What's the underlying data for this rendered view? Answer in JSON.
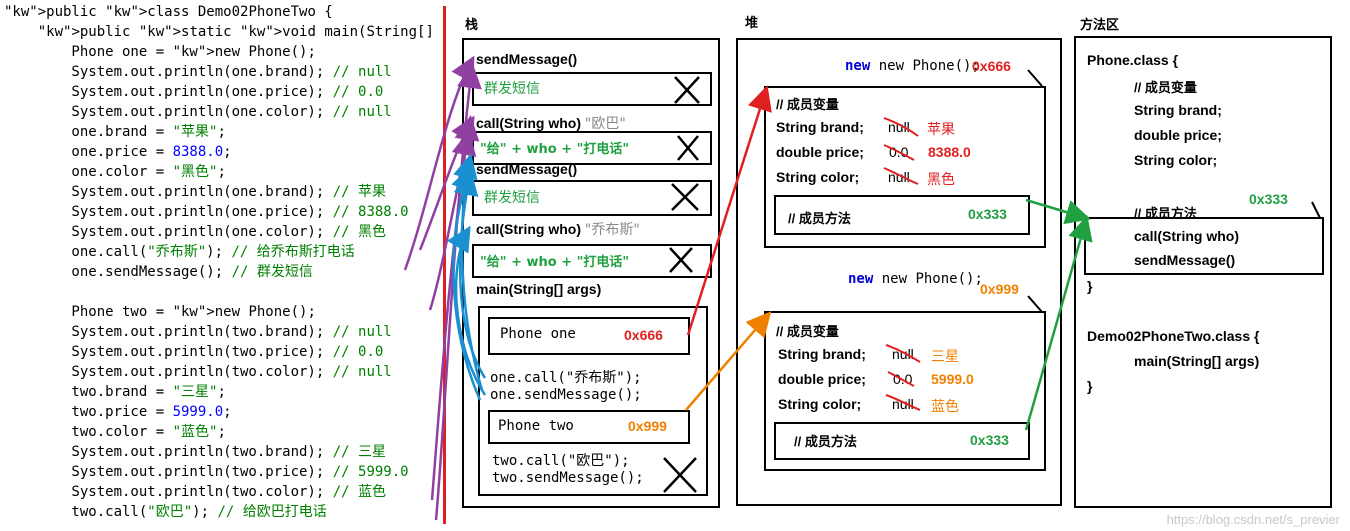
{
  "code": {
    "lines": [
      "public class Demo02PhoneTwo {",
      "    public static void main(String[] args) {",
      "        Phone one = new Phone();",
      "        System.out.println(one.brand); // null",
      "        System.out.println(one.price); // 0.0",
      "        System.out.println(one.color); // null",
      "        one.brand = \"苹果\";",
      "        one.price = 8388.0;",
      "        one.color = \"黑色\";",
      "        System.out.println(one.brand); // 苹果",
      "        System.out.println(one.price); // 8388.0",
      "        System.out.println(one.color); // 黑色",
      "        one.call(\"乔布斯\"); // 给乔布斯打电话",
      "        one.sendMessage(); // 群发短信",
      "",
      "        Phone two = new Phone();",
      "        System.out.println(two.brand); // null",
      "        System.out.println(two.price); // 0.0",
      "        System.out.println(two.color); // null",
      "        two.brand = \"三星\";",
      "        two.price = 5999.0;",
      "        two.color = \"蓝色\";",
      "        System.out.println(two.brand); // 三星",
      "        System.out.println(two.price); // 5999.0",
      "        System.out.println(two.color); // 蓝色",
      "        two.call(\"欧巴\"); // 给欧巴打电话"
    ]
  },
  "stack": {
    "title": "栈",
    "frames": [
      {
        "label": "sendMessage()",
        "content": "群发短信"
      },
      {
        "label": "call(String who)",
        "arg": "\"欧巴\"",
        "content": "\"给\" + who + \"打电话\""
      },
      {
        "label": "sendMessage()",
        "content": "群发短信"
      },
      {
        "label": "call(String who)",
        "arg": "\"乔布斯\"",
        "content": "\"给\" + who + \"打电话\""
      }
    ],
    "main": {
      "label": "main(String[] args)",
      "var_one": "Phone one",
      "var_one_addr": "0x666",
      "one_calls": [
        "one.call(\"乔布斯\");",
        "one.sendMessage();"
      ],
      "var_two": "Phone two",
      "var_two_addr": "0x999",
      "two_calls": [
        "two.call(\"欧巴\");",
        "two.sendMessage();"
      ]
    }
  },
  "heap": {
    "title": "堆",
    "objects": [
      {
        "new_text": "new Phone();",
        "address": "0x666",
        "members_title": "// 成员变量",
        "fields": [
          {
            "name": "String brand;",
            "old": "null",
            "new": "苹果"
          },
          {
            "name": "double price;",
            "old": "0.0",
            "new": "8388.0"
          },
          {
            "name": "String color;",
            "old": "null",
            "new": "黑色"
          }
        ],
        "methods_title": "// 成员方法",
        "methods_addr": "0x333"
      },
      {
        "new_text": "new Phone();",
        "address": "0x999",
        "members_title": "// 成员变量",
        "fields": [
          {
            "name": "String brand;",
            "old": "null",
            "new": "三星"
          },
          {
            "name": "double price;",
            "old": "0.0",
            "new": "5999.0"
          },
          {
            "name": "String color;",
            "old": "null",
            "new": "蓝色"
          }
        ],
        "methods_title": "// 成员方法",
        "methods_addr": "0x333"
      }
    ]
  },
  "method_area": {
    "title": "方法区",
    "phone_class": "Phone.class {",
    "members_title": "// 成员变量",
    "fields": [
      "String brand;",
      "double price;",
      "String color;"
    ],
    "methods_title": "// 成员方法",
    "methods_addr": "0x333",
    "methods": [
      "call(String who)",
      "sendMessage()"
    ],
    "close": "}",
    "demo_class": "Demo02PhoneTwo.class {",
    "demo_method": "main(String[] args)",
    "demo_close": "}"
  },
  "watermark": "https://blog.csdn.net/s_previer",
  "colors": {
    "red": "#e02020",
    "orange": "#f08000",
    "green": "#20a040",
    "blue_arrow": "#1a90d0",
    "purple_arrow": "#9040a0"
  }
}
